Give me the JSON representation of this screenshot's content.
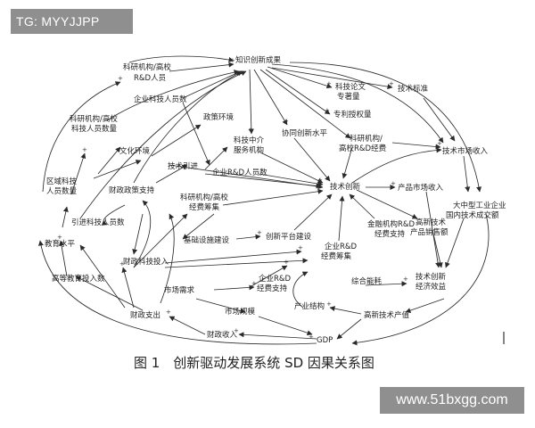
{
  "watermark_top": "TG: MYYJJPP",
  "watermark_bottom": "www.51bxgg.com",
  "caption": "图 1　创新驱动发展系统 SD 因果关系图",
  "nodes": {
    "n01": "知识创新成果",
    "n02a": "科研机构/高校",
    "n02b": "R&D人员",
    "n03": "企业科技人员数",
    "n04a": "科技论文",
    "n04b": "专著量",
    "n05": "技术标准",
    "n06": "专利授权量",
    "n07": "政策环境",
    "n08a": "科研机构/高校",
    "n08b": "科技人员数量",
    "n09a": "科技中介",
    "n09b": "服务机构",
    "n10": "协同创新水平",
    "n11a": "科研机构/",
    "n11b": "高校R&D经费",
    "n12": "技术市场收入",
    "n13": "文化环境",
    "n14": "技术引进",
    "n15": "企业R&D人员数",
    "n16a": "区域科技",
    "n16b": "人员数量",
    "n17": "财政政策支持",
    "n18": "技术创新",
    "n19": "产品市场收入",
    "n20a": "大中型工业企业",
    "n20b": "国内技术成交额",
    "n21": "引进科技人员数",
    "n22a": "科研机构/高校",
    "n22b": "经费筹集",
    "n23a": "高新技术",
    "n23b": "产品销售额",
    "n24": "金融机构R&D",
    "n24b": "经费支持",
    "n25": "教育水平",
    "n26": "基础设施建设",
    "n27": "创新平台建设",
    "n28a": "企业R&D",
    "n28b": "经费筹集",
    "n29": "财政科技投入",
    "n30a": "企业R&D",
    "n30b": "经费支持",
    "n31": "高等教育投入数",
    "n32": "综合能耗",
    "n33a": "技术创新",
    "n33b": "经济效益",
    "n34": "市场需求",
    "n35": "产业结构",
    "n36": "财政支出",
    "n37": "高新技术产值",
    "n38": "市场规模",
    "n39": "财政收入",
    "n40": "GDP"
  }
}
